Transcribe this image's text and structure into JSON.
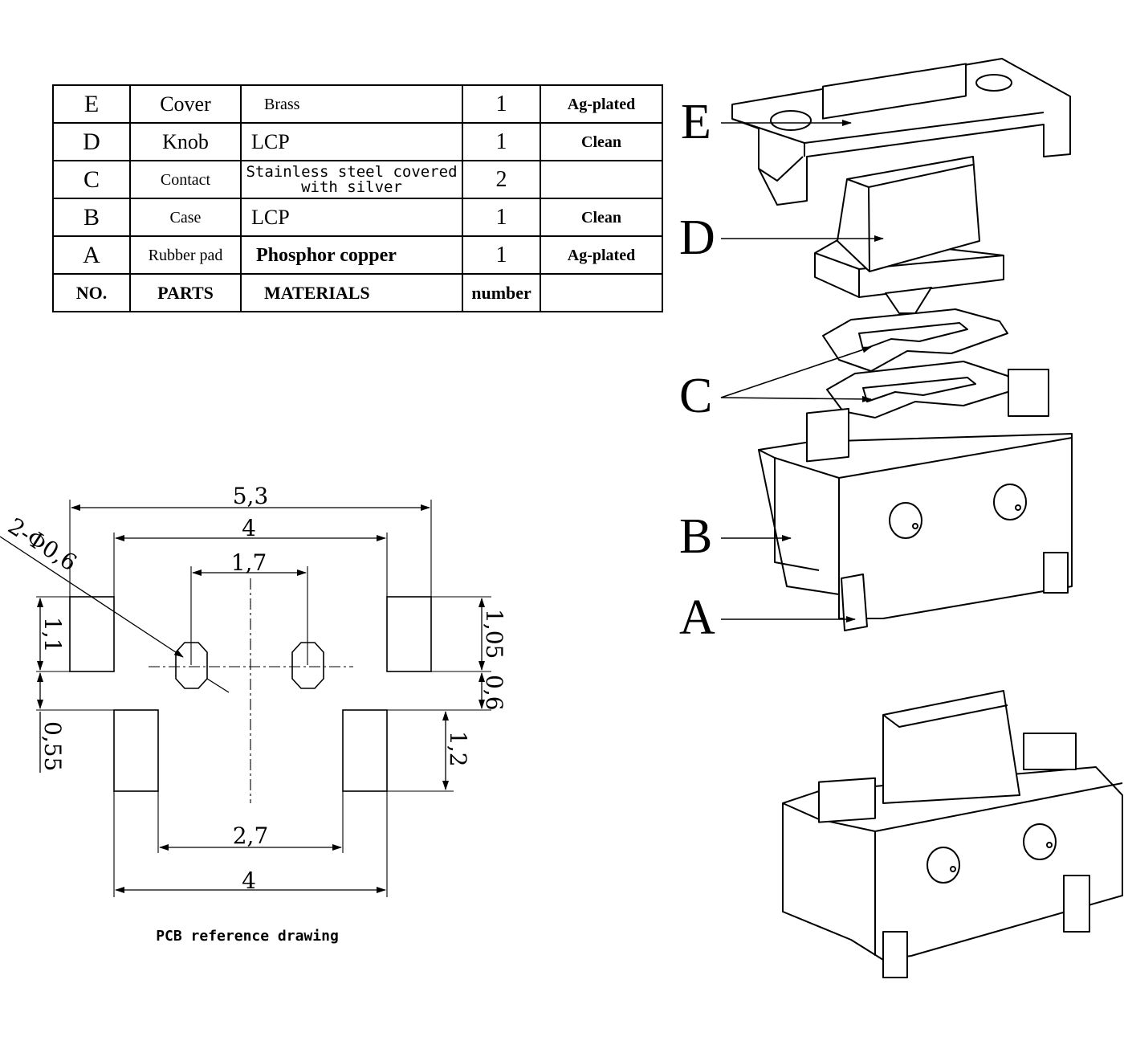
{
  "bom_table": {
    "rows": [
      {
        "no": "E",
        "part": "Cover",
        "material": "Brass",
        "number": "1",
        "finish": "Ag-plated"
      },
      {
        "no": "D",
        "part": "Knob",
        "material": "LCP",
        "number": "1",
        "finish": "Clean"
      },
      {
        "no": "C",
        "part": "Contact",
        "material_line1": "Stainless steel covered",
        "material_line2": "with silver",
        "number": "2",
        "finish": ""
      },
      {
        "no": "B",
        "part": "Case",
        "material": "LCP",
        "number": "1",
        "finish": "Clean"
      },
      {
        "no": "A",
        "part": "Rubber pad",
        "material": "Phosphor copper",
        "number": "1",
        "finish": "Ag-plated"
      }
    ],
    "header": {
      "no": "NO.",
      "part": "PARTS",
      "material": "MATERIALS",
      "number": "number",
      "finish": ""
    }
  },
  "pcb_drawing": {
    "caption": "PCB reference drawing",
    "dims": {
      "overall_width": "5,3",
      "top_pad_span": "4",
      "hole_spacing": "1,7",
      "hole_callout": "2-Φ0,6",
      "pad_height_left": "1,1",
      "gap_left": "0,55",
      "dim_right_1": "1,05",
      "dim_right_2": "0,6",
      "bottom_pad_height": "1,2",
      "bottom_inner_span": "2,7",
      "bottom_pad_span": "4"
    }
  },
  "exploded_view": {
    "labels": [
      "E",
      "D",
      "C",
      "B",
      "A"
    ]
  }
}
